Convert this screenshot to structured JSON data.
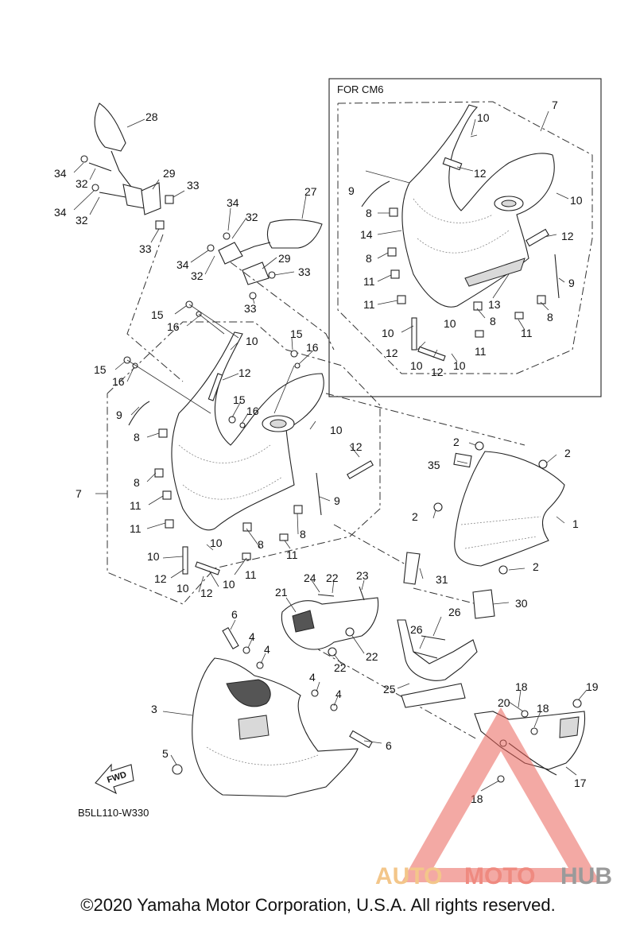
{
  "inset": {
    "label": "FOR CM6"
  },
  "diagram_code": "B5LL110-W330",
  "fwd_label": "FWD",
  "copyright": "©2020 Yamaha Motor Corporation, U.S.A. All rights reserved.",
  "watermark": {
    "part1": "AUTO",
    "part2": "MOTO",
    "part3": "HUB",
    "colors": {
      "auto": "#f3c68a",
      "moto": "#ef8a80",
      "hub": "#9a9a9a",
      "triangle": "#e9625a"
    }
  },
  "callouts": {
    "c28": "28",
    "c34a": "34",
    "c32a": "32",
    "c29a": "29",
    "c33a": "33",
    "c34b": "34",
    "c32b": "32",
    "c33b": "33",
    "c27": "27",
    "c34c": "34",
    "c32c": "32",
    "c34d": "34",
    "c32d": "32",
    "c29b": "29",
    "c33c": "33",
    "c33d": "33",
    "c15a": "15",
    "c16a": "16",
    "c10a": "10",
    "c12a": "12",
    "c15b": "15",
    "c16b": "16",
    "c15c": "15",
    "c16c": "16",
    "c15d": "15",
    "c16d": "16",
    "c9a": "9",
    "c8a": "8",
    "c10b": "10",
    "c12b": "12",
    "c7a": "7",
    "c8b": "8",
    "c11a": "11",
    "c11b": "11",
    "c9b": "9",
    "c8c": "8",
    "c8d": "8",
    "c11c": "11",
    "c10c": "10",
    "c12c": "12",
    "c10d": "10",
    "c12d": "12",
    "c10e": "10",
    "c11d": "11",
    "c2a": "2",
    "c2b": "2",
    "c35": "35",
    "c2c": "2",
    "c1": "1",
    "c2d": "2",
    "c31": "31",
    "c24": "24",
    "c22a": "22",
    "c23": "23",
    "c21": "21",
    "c30": "30",
    "c6a": "6",
    "c4a": "4",
    "c4b": "4",
    "c26a": "26",
    "c26b": "26",
    "c22b": "22",
    "c22c": "22",
    "c25": "25",
    "c4c": "4",
    "c4d": "4",
    "c3": "3",
    "c18a": "18",
    "c19": "19",
    "c20": "20",
    "c18b": "18",
    "c6b": "6",
    "c5": "5",
    "c17": "17",
    "c18c": "18",
    "i7": "7",
    "i10a": "10",
    "i12a": "12",
    "i9a": "9",
    "i8a": "8",
    "i10b": "10",
    "i14": "14",
    "i12b": "12",
    "i8b": "8",
    "i9b": "9",
    "i11a": "11",
    "i13": "13",
    "i11b": "11",
    "i8c": "8",
    "i8d": "8",
    "i10c": "10",
    "i12c": "12",
    "i10d": "10",
    "i11c": "11",
    "i10e": "10",
    "i12d": "12",
    "i10f": "10",
    "i11d": "11"
  }
}
